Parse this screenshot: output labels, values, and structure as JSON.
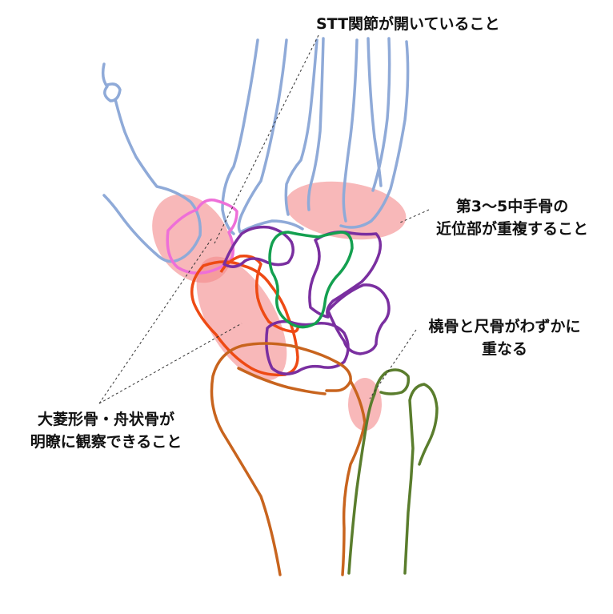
{
  "labels": {
    "stt": "STT関節が開いていること",
    "metacarpal_line1": "第3〜5中手骨の",
    "metacarpal_line2": "近位部が重複すること",
    "radius_ulna_line1": "橈骨と尺骨がわずかに",
    "radius_ulna_line2": "重なる",
    "trapezium_line1": "大菱形骨・舟状骨が",
    "trapezium_line2": "明瞭に観察できること"
  },
  "colors": {
    "metacarpal": "#8faad8",
    "highlight": "#f4898a",
    "trapezium": "#ee6fd8",
    "scaphoid": "#ee4a14",
    "carpals": "#7a2fa0",
    "lunate": "#14a050",
    "radius": "#c8641e",
    "ulna": "#5a7d2d"
  }
}
